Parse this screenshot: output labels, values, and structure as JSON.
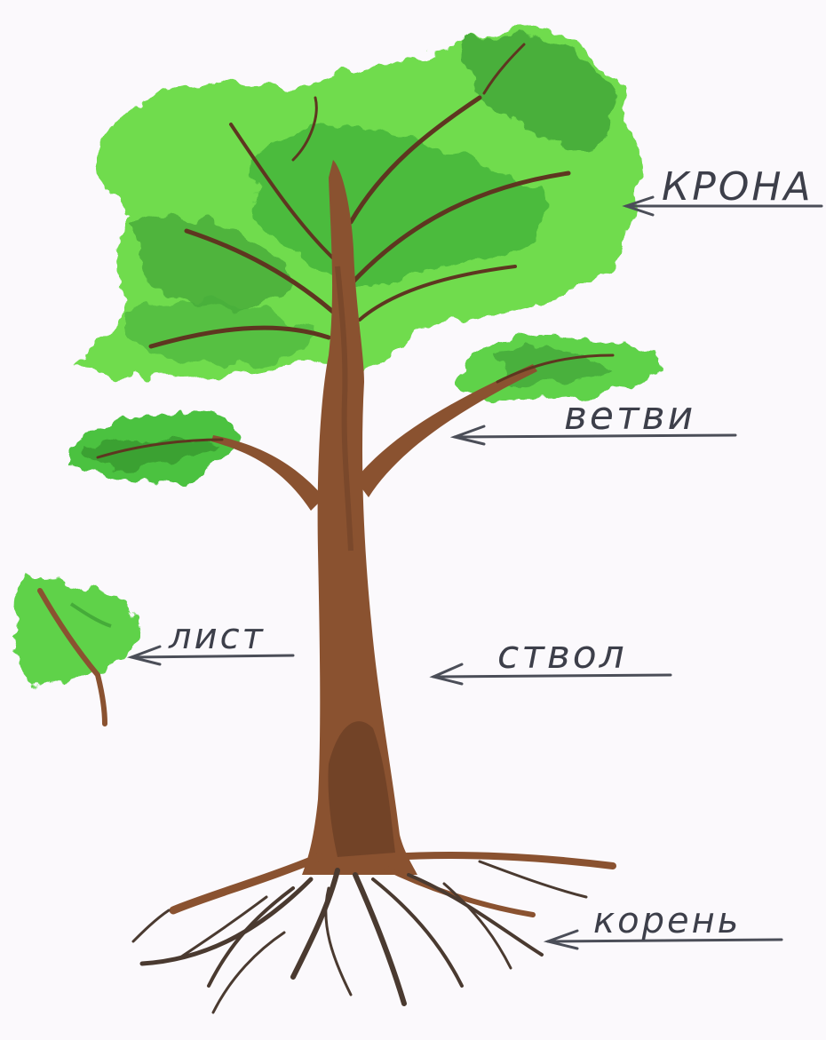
{
  "labels": {
    "crown": "КРОНА",
    "branches": "ветви",
    "leaf": "лист",
    "trunk": "ствол",
    "root": "корень"
  },
  "colors": {
    "background": "#fbf9fc",
    "foliage_light": "#6fdc4e",
    "foliage_dark": "#2f8a2a",
    "trunk": "#8a5230",
    "trunk_dark": "#5e3620",
    "roots": "#4a3a30",
    "ink": "#3d3f4a"
  }
}
